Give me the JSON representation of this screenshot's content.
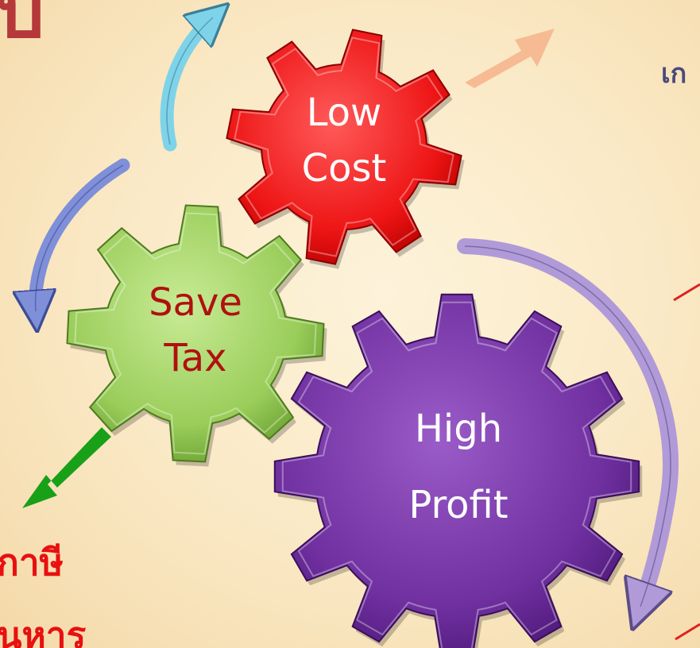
{
  "title_fragment": "ป",
  "gears": {
    "low_cost": {
      "line1": "Low",
      "line2": "Cost",
      "color": "#ee1515",
      "text_color": "#ffffff"
    },
    "save_tax": {
      "line1": "Save",
      "line2": "Tax",
      "color": "#9acd5a",
      "text_color": "#b01010"
    },
    "high_profit": {
      "line1": "High",
      "line2": "Profit",
      "color": "#7030a0",
      "text_color": "#ffffff"
    }
  },
  "text_fragments": {
    "top_right": "เก",
    "bottom_left_1": "กาษี",
    "bottom_left_2": "นหาร"
  },
  "colors": {
    "title": "#b5383a",
    "thai_top": "#4a4a7a",
    "thai_bottom": "#e81010",
    "arrow_cyan": "#7fd3e8",
    "arrow_blue": "#7f8fd8",
    "arrow_purple": "#b09ad8",
    "arrow_peach": "#f6b890",
    "arrow_green": "#18a018",
    "accent_red": "#e02020"
  }
}
